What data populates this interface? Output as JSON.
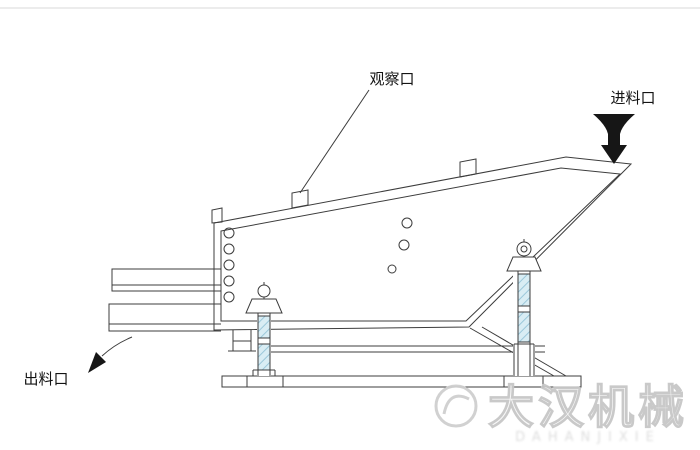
{
  "page": {
    "background": "#ffffff",
    "top_border_color": "#d9d9d9"
  },
  "diagram": {
    "labels": {
      "observation_port": "观察口",
      "feed_inlet": "进料口",
      "discharge_outlet": "出料口"
    },
    "colors": {
      "line": "#3c3c3c",
      "funnel": "#161616",
      "spring_fill": "#d9edf4",
      "spring_hatch": "#9cc8da",
      "watermark_gray": "#cfcfcf"
    }
  },
  "watermark": {
    "brand": "大汉机械",
    "subtext": "DAHANJIXIE"
  }
}
